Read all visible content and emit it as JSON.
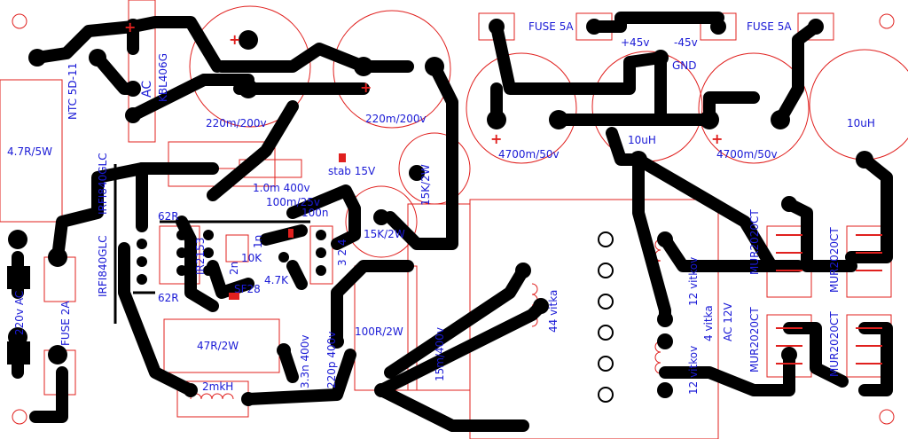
{
  "labels": {
    "ntc": "NTC 5D-11",
    "ac": "AC",
    "kbl": "KBL406G",
    "r47_5w": "4.7R/5W",
    "fuse2a": "FUSE 2A",
    "ac220": "220v AC",
    "cap220_a": "220m/200v",
    "cap220_b": "220m/200v",
    "irf_top": "IRFI840GLC",
    "irf_bot": "IRFI840GLC",
    "c1m": "1.0m 400v",
    "stab": "stab 15V",
    "r15k_a": "15K/2W",
    "r15k_b": "15K/2W",
    "c100m": "100m/25v",
    "c100n": "100n",
    "r62_a": "62R",
    "r62_b": "62R",
    "u2153": "IR2153",
    "r10k": "10K",
    "r47k": "4.7K",
    "sf": "SF28",
    "r1n": "1n",
    "c2n": "2n",
    "ic_pins": "3 2 4",
    "r47_2w": "47R/2W",
    "r100_2w": "100R/2W",
    "c15m": "15m/400v",
    "c33n": "3.3n 400v",
    "c22": "220p 400v",
    "l2mkh": "2mkH",
    "vitka44": "44 vitka",
    "fuse5a_l": "FUSE 5A",
    "fuse5a_r": "FUSE 5A",
    "p45": "+45v",
    "m45": "-45v",
    "gnd": "GND",
    "cap4700_a": "4700m/50v",
    "cap4700_b": "4700m/50v",
    "l10_a": "10uH",
    "l10_b": "10uH",
    "vitkov_a": "12 vitkov",
    "vitka4": "4 vitka",
    "ac12": "AC 12V",
    "vitkov_b": "12 vitkov",
    "mur1": "MUR2020CT",
    "mur2": "MUR2020CT",
    "mur3": "MUR2020CT",
    "mur4": "MUR2020CT"
  },
  "colors": {
    "trace": "#000000",
    "silk": "#e0201e",
    "text": "#1a1ad6",
    "pad_red": "#e0201e"
  }
}
